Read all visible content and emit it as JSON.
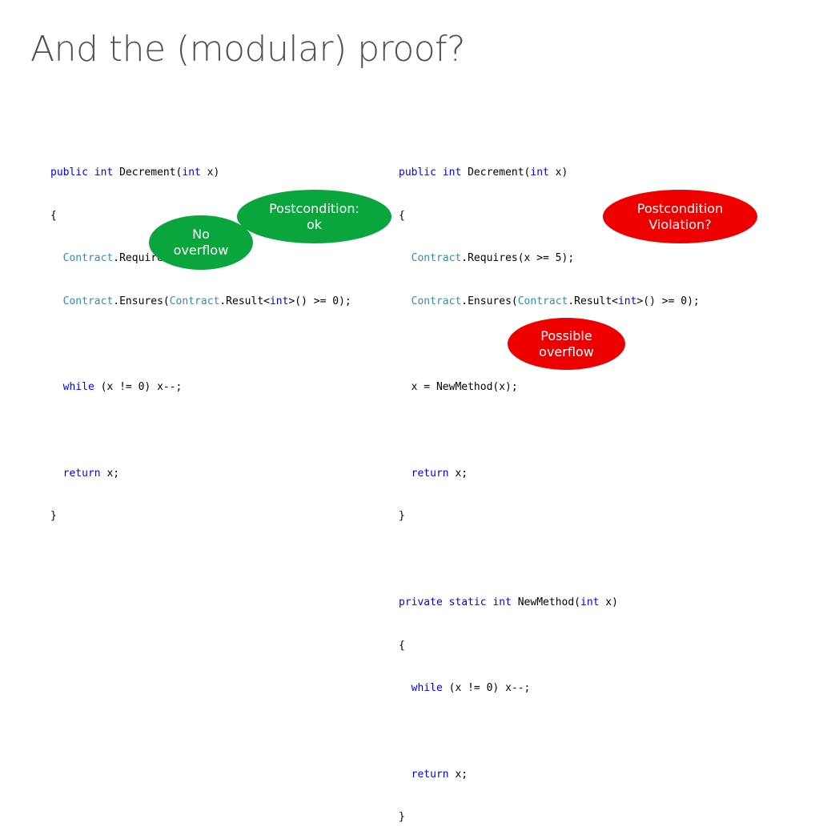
{
  "slide": {
    "title": "And the (modular) proof?"
  },
  "left_code": {
    "l1": {
      "a": "public",
      "b": " ",
      "c": "int",
      "d": " Decrement(",
      "e": "int",
      "f": " x)"
    },
    "l2": "{",
    "l3": {
      "indent": "  ",
      "t1": "Contract",
      "rest": ".Requires(x >= 5);"
    },
    "l4": {
      "indent": "  ",
      "t1": "Contract",
      "m": ".Ensures(",
      "t2": "Contract",
      "n": ".Result<",
      "k": "int",
      "rest": ">() >= 0);"
    },
    "l5": "",
    "l6": {
      "indent": "  ",
      "k": "while",
      "rest": " (x != 0) x--;"
    },
    "l7": "",
    "l8": {
      "indent": "  ",
      "k": "return",
      "rest": " x;"
    },
    "l9": "}"
  },
  "right_code": {
    "l1": {
      "a": "public",
      "b": " ",
      "c": "int",
      "d": " Decrement(",
      "e": "int",
      "f": " x)"
    },
    "l2": "{",
    "l3": {
      "indent": "  ",
      "t1": "Contract",
      "rest": ".Requires(x >= 5);"
    },
    "l4": {
      "indent": "  ",
      "t1": "Contract",
      "m": ".Ensures(",
      "t2": "Contract",
      "n": ".Result<",
      "k": "int",
      "rest": ">() >= 0);"
    },
    "l5": "",
    "l6": "  x = NewMethod(x);",
    "l7": "",
    "l8": {
      "indent": "  ",
      "k": "return",
      "rest": " x;"
    },
    "l9": "}",
    "l10": "",
    "l11": {
      "k1": "private",
      "s1": " ",
      "k2": "static",
      "s2": " ",
      "k3": "int",
      "m": " NewMethod(",
      "k4": "int",
      "rest": " x)"
    },
    "l12": "{",
    "l13": {
      "indent": "  ",
      "k": "while",
      "rest": " (x != 0) x--;"
    },
    "l14": "",
    "l15": {
      "indent": "  ",
      "k": "return",
      "rest": " x;"
    },
    "l16": "}"
  },
  "bubbles": {
    "postcondition_ok": {
      "line1": "Postcondition:",
      "line2": "ok"
    },
    "no_overflow": {
      "line1": "No",
      "line2": "overflow"
    },
    "postcondition_violation": {
      "line1": "Postcondition",
      "line2": "Violation?"
    },
    "possible_overflow": {
      "line1": "Possible",
      "line2": "overflow"
    }
  },
  "colors": {
    "keyword": "#0000ff",
    "type": "#2b91af",
    "ok_bubble": "#0aa53c",
    "warning_bubble": "#ee0000",
    "title": "#505050"
  }
}
